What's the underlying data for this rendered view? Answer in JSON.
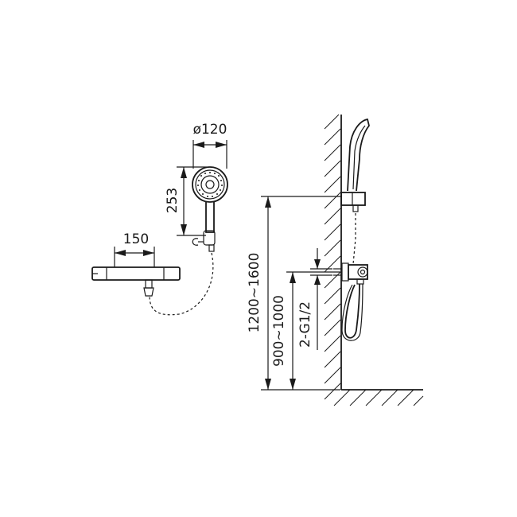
{
  "dimensions": {
    "head_diameter": "ø120",
    "head_length": "253",
    "mixer_spacing": "150",
    "bar_height": "1200~1600",
    "mixer_height": "900~1000",
    "inlet_thread": "2-G1/2"
  },
  "colors": {
    "line": "#1a1a1a",
    "background": "#ffffff"
  }
}
